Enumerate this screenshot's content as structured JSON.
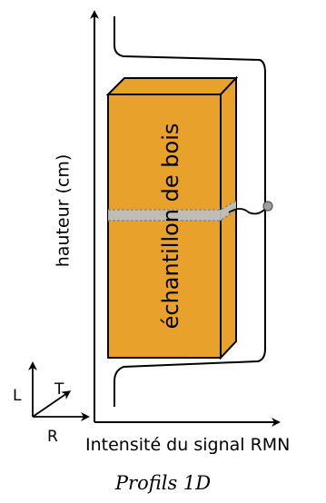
{
  "y_axis_label": "hauteur (cm)",
  "x_axis_label": "Intensité du signal RMN",
  "sample_label": "échantillon de bois",
  "axes_icon": {
    "l": "L",
    "t": "T",
    "r": "R"
  },
  "caption": "Profils 1D",
  "colors": {
    "sample_fill": "#E8A22B",
    "slice_band": "#BEBEBE",
    "lines": "#000000",
    "probe_dot": "#9E9E9E"
  }
}
